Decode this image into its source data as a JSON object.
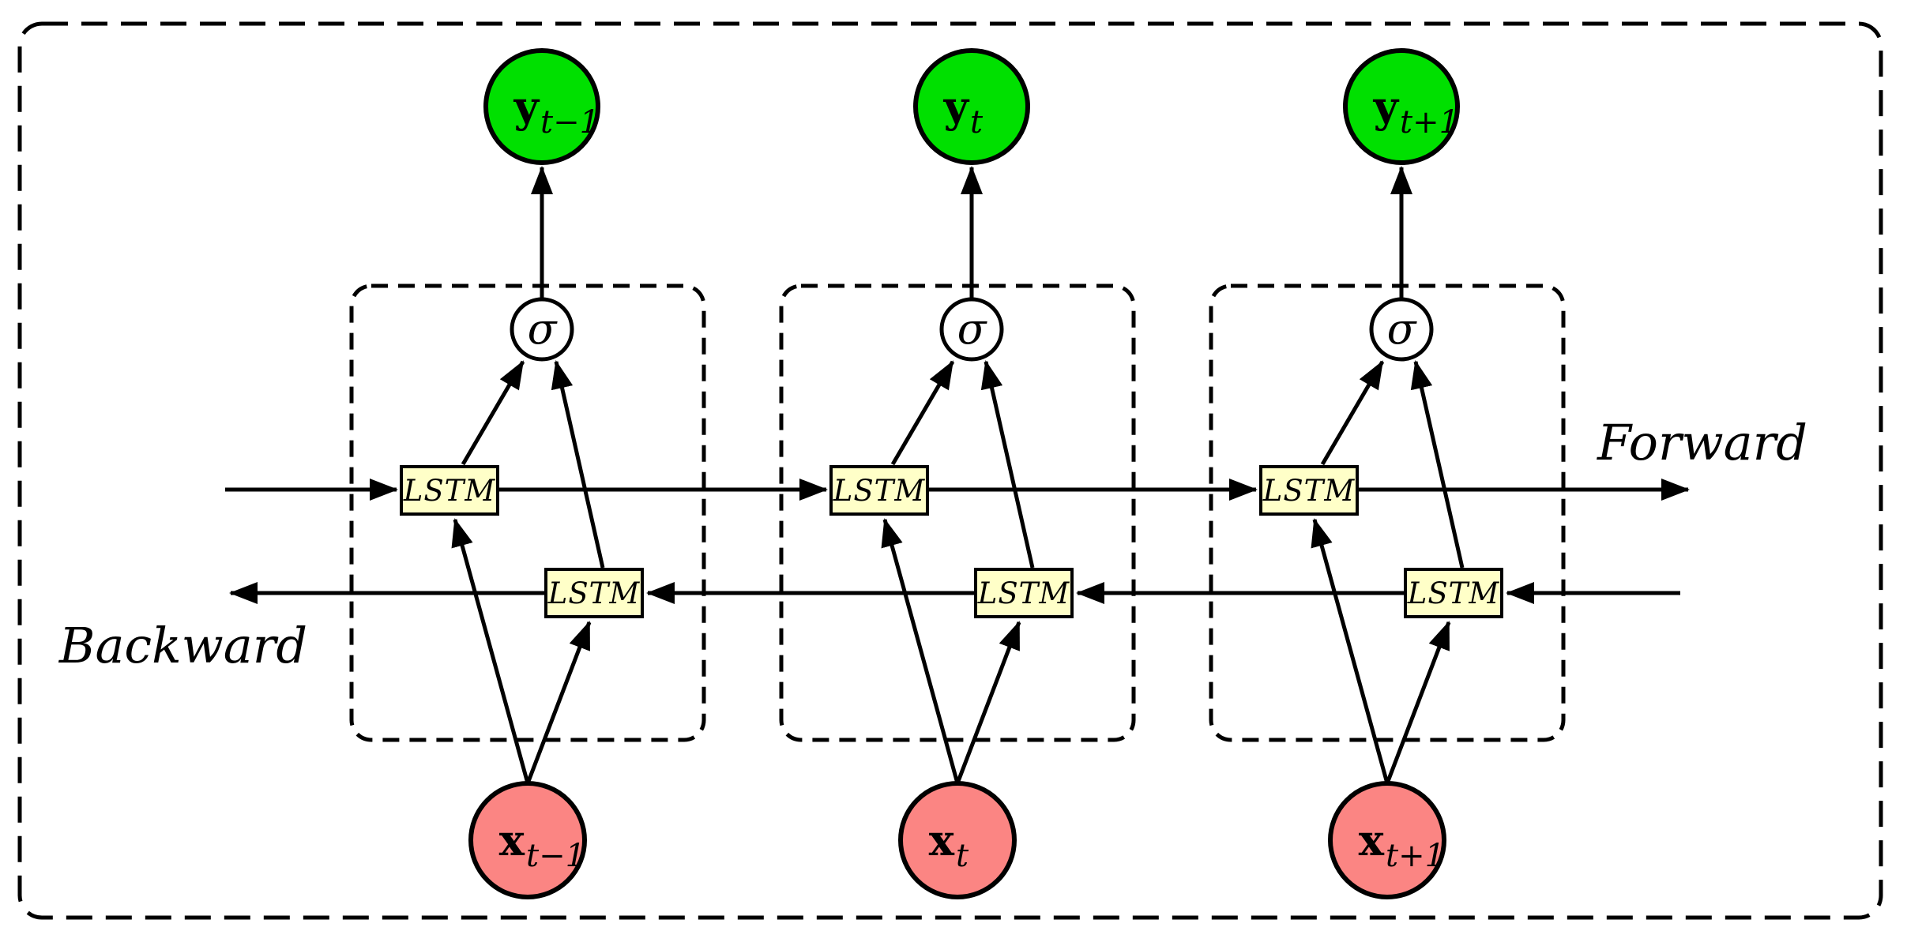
{
  "direction_labels": {
    "forward": "Forward",
    "backward": "Backward"
  },
  "node_labels": {
    "activation": "σ",
    "lstm": "LSTM"
  },
  "columns": [
    {
      "output_base": "y",
      "output_sub": "t−1",
      "input_base": "x",
      "input_sub": "t−1"
    },
    {
      "output_base": "y",
      "output_sub": "t",
      "input_base": "x",
      "input_sub": "t"
    },
    {
      "output_base": "y",
      "output_sub": "t+1",
      "input_base": "x",
      "input_sub": "t+1"
    }
  ],
  "colors": {
    "output_fill": "#00e000",
    "input_fill": "#fb8583",
    "lstm_fill": "#ffffc8",
    "activation_fill": "#ffffff",
    "line": "#000000",
    "background": "#ffffff"
  }
}
